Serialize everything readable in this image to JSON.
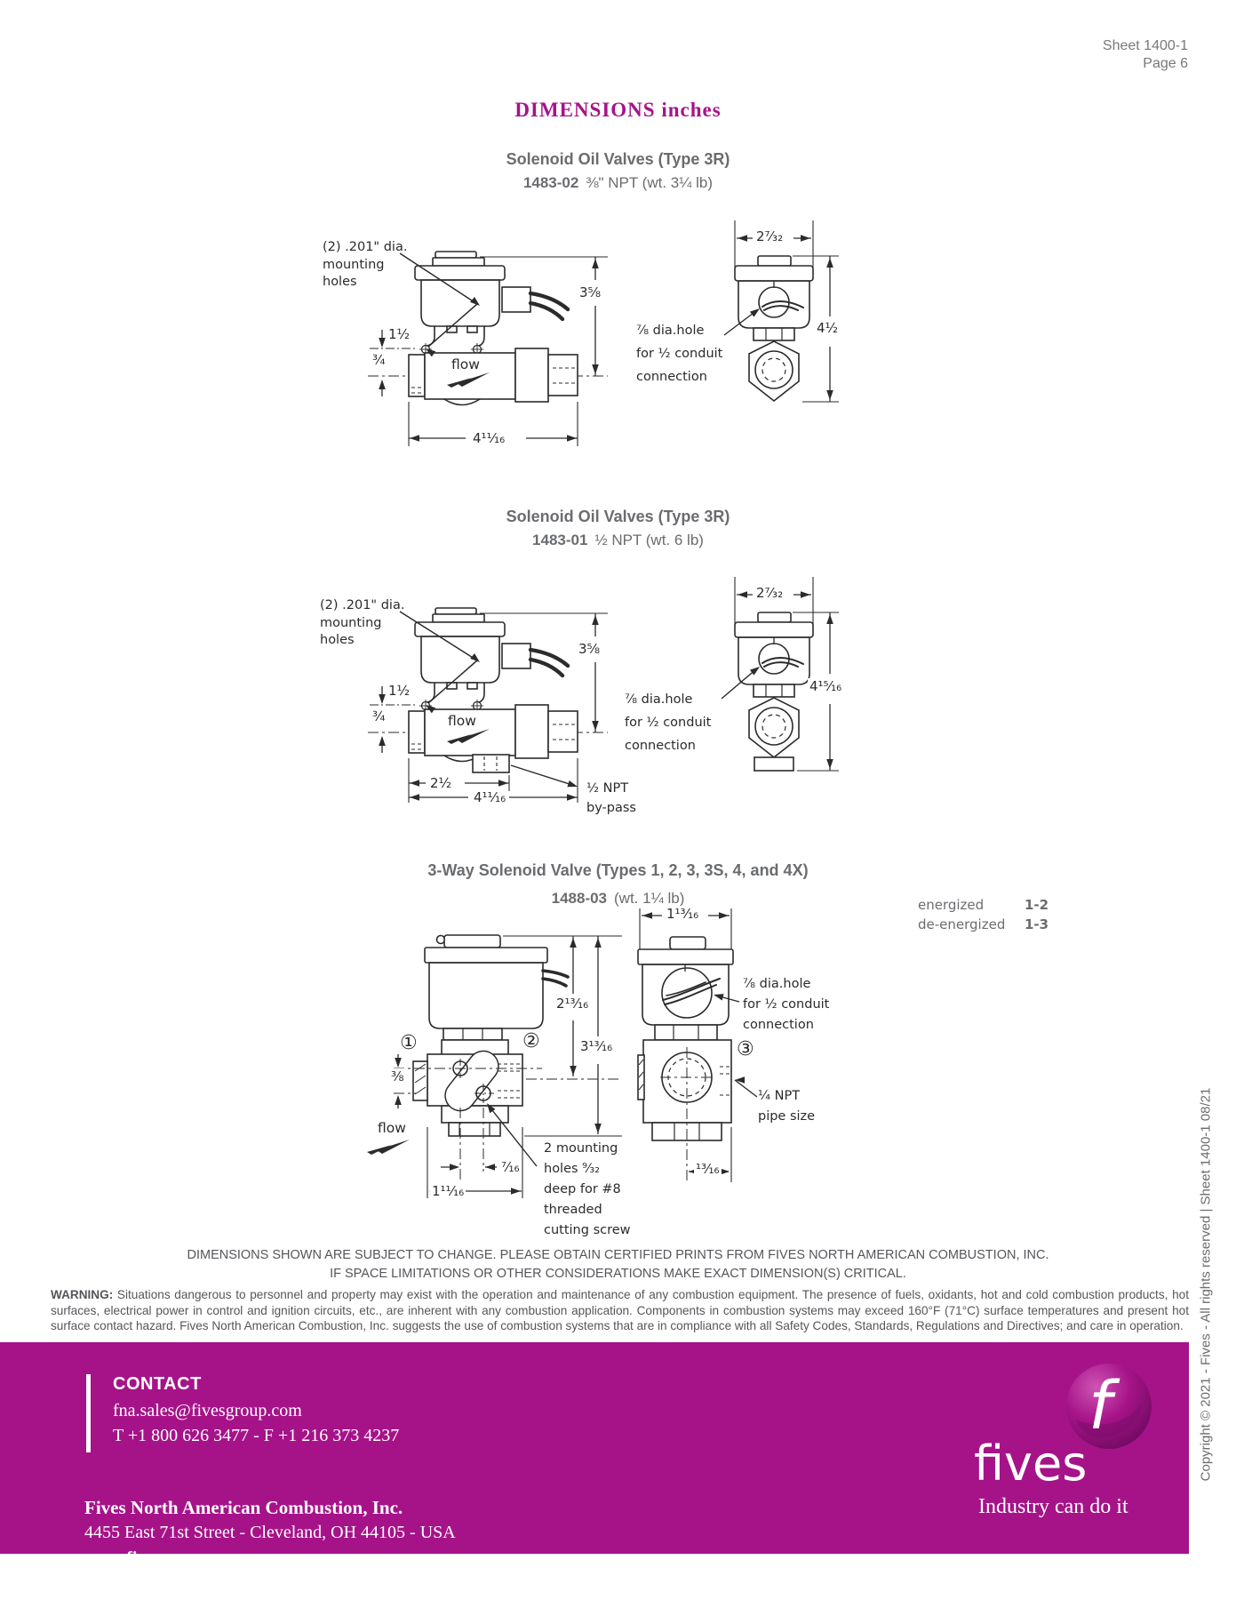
{
  "page": {
    "sheet": "Sheet 1400-1",
    "page": "Page 6"
  },
  "title": "DIMENSIONS inches",
  "sections": [
    {
      "title": "Solenoid Oil Valves (Type 3R)",
      "model": "1483-02",
      "spec": "⅜\" NPT (wt. 3¼ lb)"
    },
    {
      "title": "Solenoid Oil Valves (Type 3R)",
      "model": "1483-01",
      "spec": "½ NPT (wt. 6 lb)"
    },
    {
      "title": "3-Way Solenoid Valve (Types 1, 2, 3, 3S, 4, and 4X)",
      "model": "1488-03",
      "spec": "(wt. 1¼ lb)"
    }
  ],
  "shared": {
    "flow": "flow",
    "mounting_note": [
      "(2) .201\" dia.",
      "mounting",
      "holes"
    ],
    "conduit_note": [
      "⅞ dia.hole",
      "for ½ conduit",
      "connection"
    ]
  },
  "diagram1": {
    "dims": {
      "coil_height": "3⅝",
      "top_width": "2⁷⁄₃₂",
      "overall_length": "4¹¹⁄₁₆",
      "bracket_offset": "1½",
      "center_height": "¾",
      "overall_height": "4½"
    }
  },
  "diagram2": {
    "dims": {
      "coil_height": "3⅝",
      "top_width": "2⁷⁄₃₂",
      "overall_length": "4¹¹⁄₁₆",
      "body_length": "2½",
      "bracket_offset": "1½",
      "center_height": "¾",
      "overall_height": "4¹⁵⁄₁₆"
    },
    "bypass_note": [
      "½ NPT",
      "by-pass"
    ]
  },
  "diagram3": {
    "dims": {
      "top_width": "1¹³⁄₁₆",
      "coil_height": "2¹³⁄₁₆",
      "overall_height": "3¹³⁄₁₆",
      "port_offset": "⅜",
      "hole_spacing": "⁷⁄₁₆",
      "body_width": "1¹¹⁄₁₆",
      "port_center": "¹³⁄₁₆"
    },
    "ports": {
      "p1": "①",
      "p2": "②",
      "p3": "③"
    },
    "mounting_note": [
      "2 mounting",
      "holes ⁹⁄₃₂",
      "deep for #8",
      "threaded",
      "cutting screw"
    ],
    "pipe_note": [
      "¼ NPT",
      "pipe size"
    ],
    "energized": {
      "label": "energized",
      "value": "1-2"
    },
    "deenergized": {
      "label": "de-energized",
      "value": "1-3"
    }
  },
  "disclaimer": [
    "DIMENSIONS SHOWN ARE SUBJECT TO CHANGE. PLEASE OBTAIN CERTIFIED PRINTS FROM FIVES NORTH AMERICAN COMBUSTION, INC.",
    "IF SPACE LIMITATIONS OR OTHER CONSIDERATIONS MAKE EXACT DIMENSION(S) CRITICAL."
  ],
  "warning": {
    "label": "WARNING:",
    "text": " Situations dangerous to personnel and property may exist with the operation and maintenance of any combustion equipment. The presence of fuels, oxidants, hot and cold combustion products, hot surfaces, electrical power in control and ignition circuits, etc., are inherent with any combustion application. Components in combustion systems may exceed 160°F (71°C) surface temperatures and present hot surface contact hazard. Fives North American Combustion, Inc. suggests the use of combustion systems that are in compliance with all Safety Codes, Standards, Regulations and Directives; and care in operation."
  },
  "footer": {
    "contact_heading": "CONTACT",
    "email": "fna.sales@fivesgroup.com",
    "phone": "T +1 800 626 3477 - F +1 216 373 4237",
    "company": "Fives North American Combustion, Inc.",
    "address": "4455 East 71st Street - Cleveland, OH 44105 - USA",
    "website": "www.fivesgroup.com",
    "logo_text": "fives",
    "logo_letter": "f",
    "tagline": "Industry can do it",
    "copyright": "Copyright © 2021 - Fives - All rights reserved | Sheet 1400-1 08/21"
  },
  "colors": {
    "magenta": "#A61389",
    "ink": "#2b2b2b",
    "heading_gray": "#6A6C6F"
  }
}
